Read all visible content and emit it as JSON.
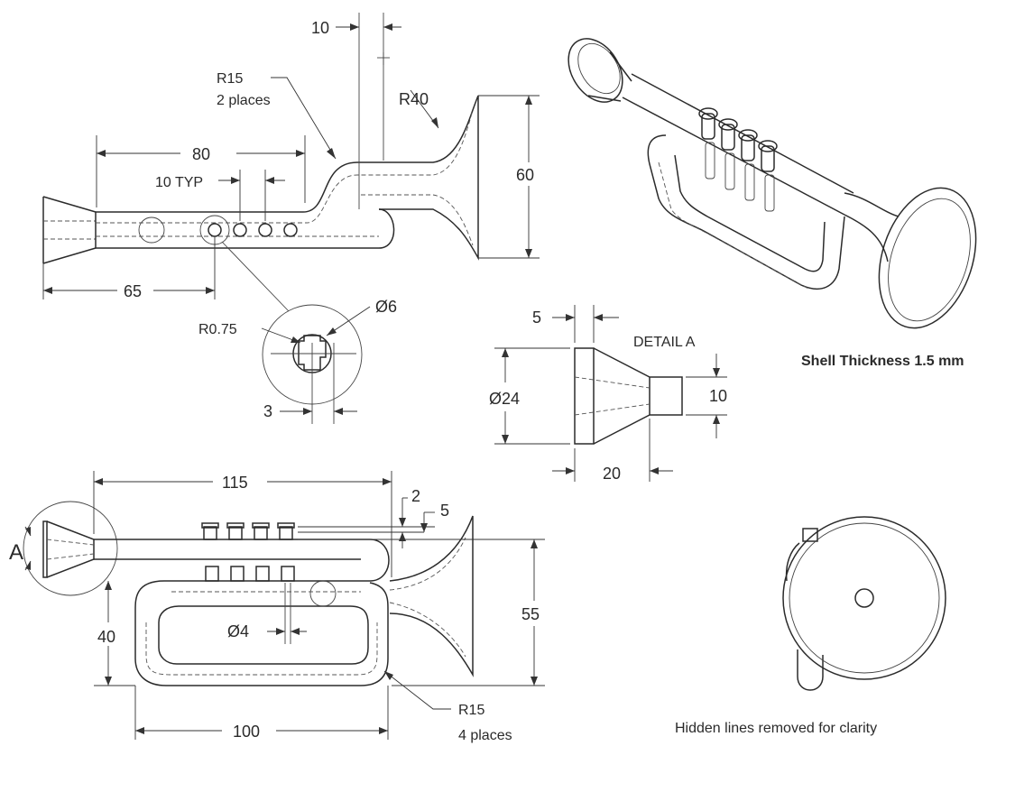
{
  "top_view": {
    "dim_10_top": "10",
    "note_r15": "R15",
    "note_r15_places": "2 places",
    "dim_r40": "R40",
    "dim_80": "80",
    "dim_10typ": "10 TYP",
    "dim_60": "60",
    "dim_65": "65",
    "dim_r075": "R0.75",
    "dim_dia6": "Ø6",
    "dim_3": "3"
  },
  "detail_a": {
    "dim_5": "5",
    "title": "DETAIL A",
    "dim_dia24": "Ø24",
    "dim_10": "10",
    "dim_20": "20"
  },
  "iso_view": {
    "shell_note": "Shell Thickness 1.5 mm"
  },
  "front_view": {
    "label_a": "A",
    "dim_115": "115",
    "dim_2": "2",
    "dim_5": "5",
    "dim_55": "55",
    "dim_40": "40",
    "dim_dia4": "Ø4",
    "dim_100": "100",
    "note_r15": "R15",
    "note_r15_places": "4 places"
  },
  "end_view": {
    "note": "Hidden lines removed for clarity"
  }
}
